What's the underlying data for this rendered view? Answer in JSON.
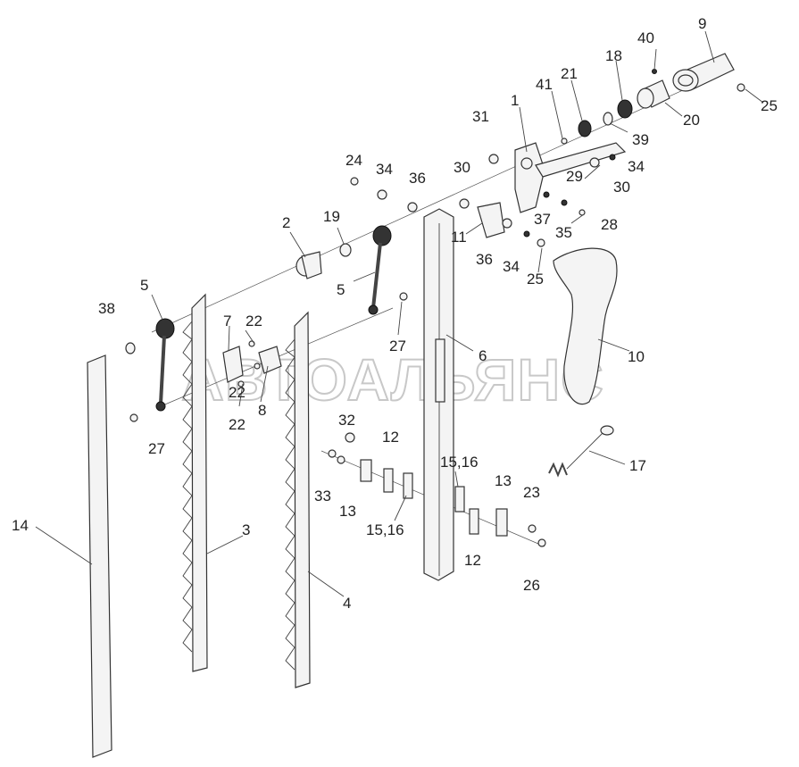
{
  "watermark": "АВТОАЛЬЯНС",
  "labels": [
    "1",
    "2",
    "3",
    "4",
    "5",
    "5",
    "6",
    "7",
    "8",
    "9",
    "10",
    "11",
    "12",
    "12",
    "13",
    "13",
    "14",
    "15,16",
    "15,16",
    "17",
    "18",
    "19",
    "20",
    "21",
    "22",
    "22",
    "22",
    "23",
    "24",
    "25",
    "25",
    "26",
    "27",
    "27",
    "28",
    "29",
    "30",
    "30",
    "31",
    "32",
    "33",
    "34",
    "34",
    "34",
    "35",
    "36",
    "36",
    "37",
    "38",
    "39",
    "40",
    "41"
  ]
}
